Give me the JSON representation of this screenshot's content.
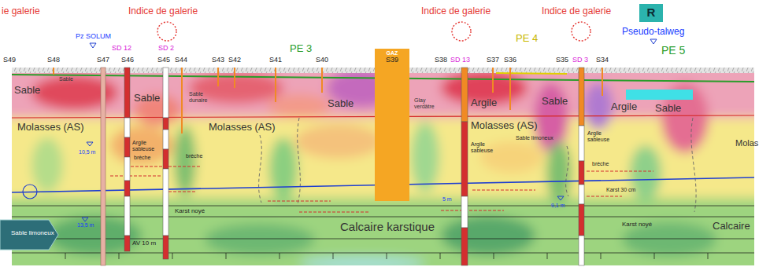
{
  "diagram": {
    "nodes": [
      {
        "text": [
          "R"
        ]
      },
      {
        "text": [
          "GAZ"
        ]
      }
    ],
    "labels": [
      "ie galerie",
      "Indice de galerie",
      "Indice de galerie",
      "Indice de galerie",
      "Pseudo-talweg",
      "Pz SOLUM",
      "SD 12",
      "SD 2",
      "S49",
      "S48",
      "S47",
      "S46",
      "S45",
      "S44",
      "S43",
      "S42",
      "S41",
      "S40",
      "S39",
      "S38",
      "SD 13",
      "S37",
      "S36",
      "S35",
      "SD 3",
      "S34",
      "PE 3",
      "PE 4",
      "PE 5",
      "Sable",
      "Sable",
      "Sable",
      "Sable dunaire",
      "Sable",
      "Glay verdâtre",
      "Argile",
      "Sable",
      "Argile",
      "Sable",
      "Molasses (AS)",
      "Molasses (AS)",
      "Molasses (AS)",
      "Molas",
      "Argile sableuse",
      "brèche",
      "brèche",
      "10,5 m",
      "Argile sableuse",
      "Sable limoneux",
      "Argile sableuse",
      "brèche",
      "Karst 30 cm",
      "5 m",
      "9,1 m",
      "Karst noyé",
      "Karst noyé",
      "13,5 m",
      "Calcaire karstique",
      "Calcaire",
      "Sable limoneux",
      "AV 10 m"
    ]
  }
}
